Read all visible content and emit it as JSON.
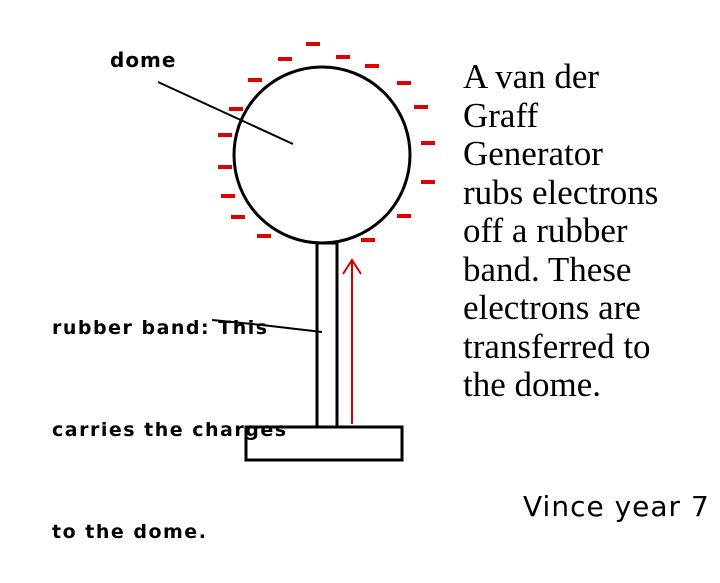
{
  "labels": {
    "dome": "dome",
    "rubber_band_lines": [
      "rubber band: This",
      "carries the charges",
      "to the dome."
    ]
  },
  "caption_lines": [
    "A van der",
    "Graff",
    "Generator",
    "rubs electrons",
    "off a rubber",
    "band. These",
    "electrons are",
    "transferred to",
    "the dome."
  ],
  "credit": "Vince year 7",
  "charge_symbol": "-",
  "colors": {
    "charge": "#e00000",
    "arrow": "#d00000",
    "outline": "#000000"
  }
}
